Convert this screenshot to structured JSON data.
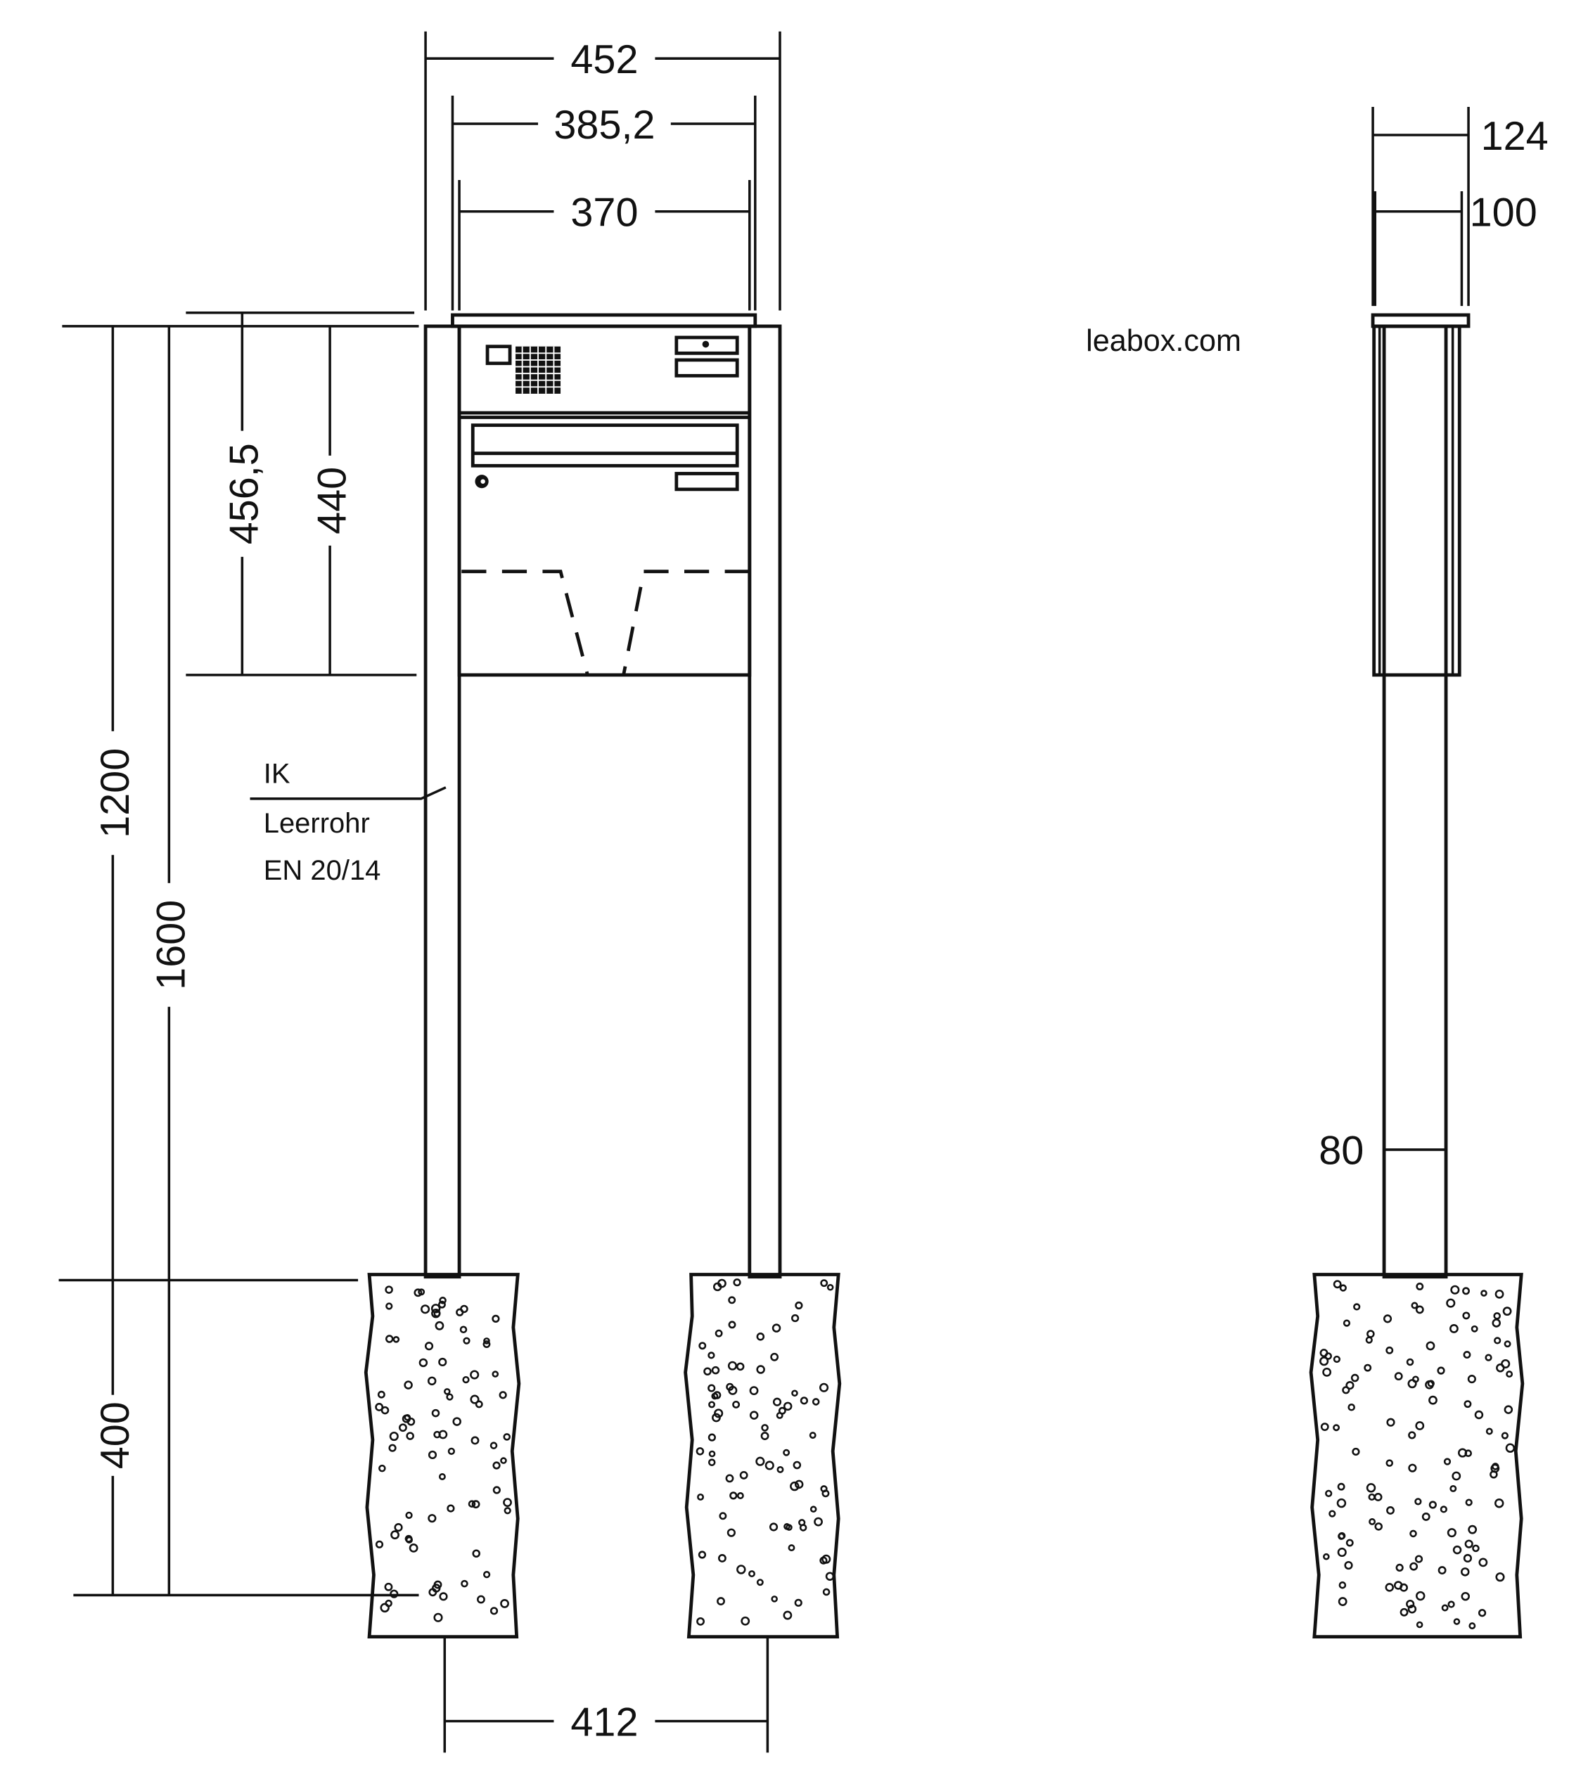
{
  "drawing": {
    "front_view": {
      "dimensions": {
        "overall_width": "452",
        "cap_width": "385,2",
        "box_width": "370",
        "box_height_with_cap": "456,5",
        "box_height": "440",
        "height_above_ground": "1200",
        "total_post_length": "1600",
        "foundation_depth": "400",
        "post_spacing": "412"
      },
      "annotation": {
        "line1": "IK",
        "line2": "Leerrohr",
        "line3": "EN 20/14"
      }
    },
    "side_view": {
      "dimensions": {
        "cap_depth": "124",
        "box_depth": "100",
        "post_width": "80"
      },
      "brand": "leabox.com"
    }
  }
}
